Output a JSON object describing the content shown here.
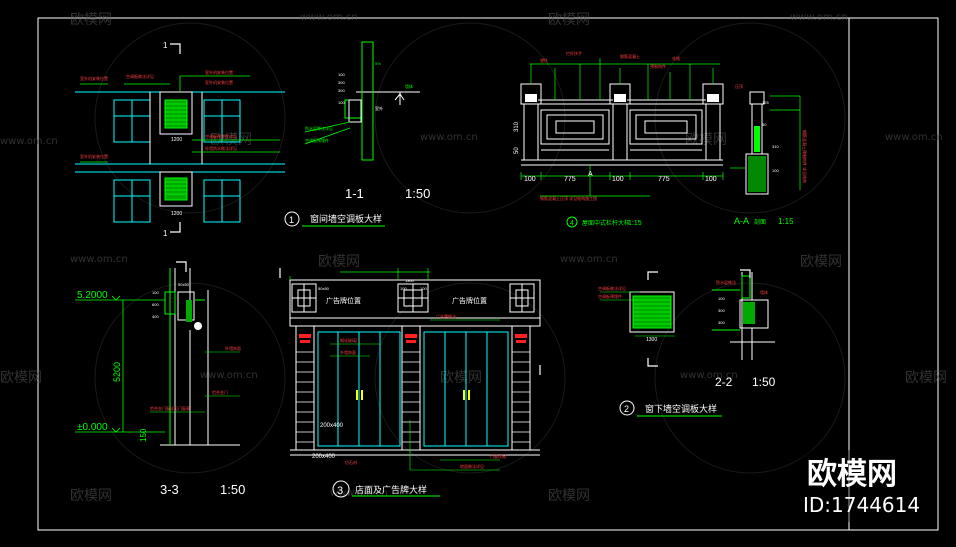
{
  "drawing": {
    "detail_1": {
      "title": "窗间墙空调板大样",
      "number": "1",
      "dims": [
        "1200",
        "1200"
      ],
      "section_mark": "1",
      "section_title": "1-1",
      "section_scale": "1:50"
    },
    "detail_2": {
      "title": "窗下墙空调板大样",
      "number": "2",
      "dims": [
        "1300"
      ],
      "section_title": "2-2",
      "section_scale": "1:50"
    },
    "detail_3": {
      "title": "店面及广告牌大样",
      "number": "3",
      "section_title": "3-3",
      "section_scale": "1:50",
      "level_top": "5.2000",
      "level_ground": "±0.000",
      "height": "5200",
      "base": "150",
      "sign_text": "广告牌位置",
      "dims": [
        "200x400",
        "200x400"
      ],
      "box": "50x50"
    },
    "detail_4": {
      "title": "屋面中式栏杆大样",
      "number": "4",
      "scale": "1:15",
      "dims_bottom": [
        "100",
        "775",
        "100",
        "775",
        "100"
      ],
      "dims_side": [
        "310",
        "50"
      ],
      "section_title": "A-A",
      "section_label": "剖面",
      "section_scale": "1:15",
      "mark": "A"
    },
    "watermark": {
      "brand": "欧模网",
      "url": "www.om.cn",
      "url_short": "www.om.cn"
    },
    "stamp": {
      "brand": "欧模网",
      "id": "ID:1744614"
    }
  },
  "colors": {
    "background": "#000000",
    "frame": "#ffffff",
    "line_green": "#00ff00",
    "line_cyan": "#00ffff",
    "line_white": "#ffffff",
    "line_red": "#ff2020",
    "line_yellow": "#ffff00",
    "watermark": "#6a6a6a"
  }
}
